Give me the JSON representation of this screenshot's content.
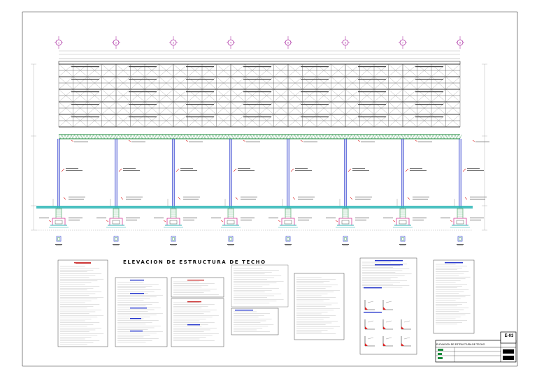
{
  "drawing": {
    "title": "ELEVACION DE ESTRUCTURA DE TECHO",
    "sheet_number": "E-03",
    "sheet_name": "ELEVACION DE ESTRUCTURA DE TECHO",
    "grid_axes": [
      "1",
      "2",
      "3",
      "4",
      "5",
      "6",
      "7",
      "8"
    ],
    "colors": {
      "grid_marker": "#b03aa8",
      "truss": "#333333",
      "column": "#2233cc",
      "rafter_green": "#1a8a3a",
      "slab_cyan": "#2bb6b6",
      "footing_magenta": "#d0208c",
      "note_red": "#dd2222"
    }
  }
}
